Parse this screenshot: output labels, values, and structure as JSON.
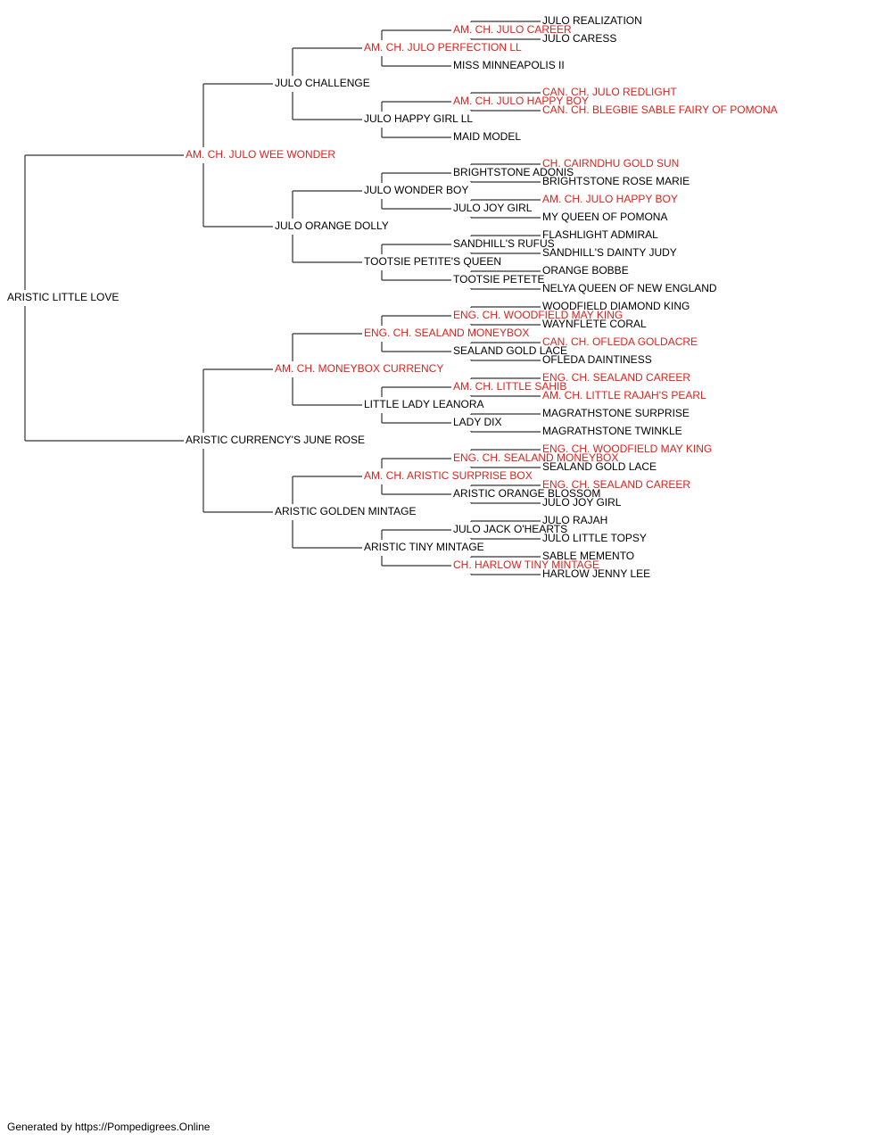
{
  "colors": {
    "champion": "#e0201b",
    "normal": "#000000",
    "line": "#333333"
  },
  "subject": {
    "name": "ARISTIC LITTLE LOVE",
    "champion": false
  },
  "sire": {
    "name": "AM. CH. JULO WEE WONDER",
    "champion": true,
    "sire": {
      "name": "JULO CHALLENGE",
      "champion": false,
      "sire": {
        "name": "AM. CH. JULO PERFECTION LL",
        "champion": true,
        "sire": {
          "name": "AM. CH. JULO CAREER",
          "champion": true,
          "sire": {
            "name": "JULO REALIZATION",
            "champion": false
          },
          "dam": {
            "name": "JULO CARESS",
            "champion": false
          }
        },
        "dam": {
          "name": "MISS MINNEAPOLIS II",
          "champion": false
        }
      },
      "dam": {
        "name": "JULO HAPPY GIRL LL",
        "champion": false,
        "sire": {
          "name": "AM. CH. JULO HAPPY BOY",
          "champion": true,
          "sire": {
            "name": "CAN. CH. JULO REDLIGHT",
            "champion": true
          },
          "dam": {
            "name": "CAN. CH. BLEGBIE SABLE FAIRY OF POMONA",
            "champion": true
          }
        },
        "dam": {
          "name": "MAID MODEL",
          "champion": false
        }
      }
    },
    "dam": {
      "name": "JULO ORANGE DOLLY",
      "champion": false,
      "sire": {
        "name": "JULO WONDER BOY",
        "champion": false,
        "sire": {
          "name": "BRIGHTSTONE ADONIS",
          "champion": false,
          "sire": {
            "name": "CH. CAIRNDHU GOLD SUN",
            "champion": true
          },
          "dam": {
            "name": "BRIGHTSTONE ROSE MARIE",
            "champion": false
          }
        },
        "dam": {
          "name": "JULO JOY GIRL",
          "champion": false,
          "sire": {
            "name": "AM. CH. JULO HAPPY BOY",
            "champion": true
          },
          "dam": {
            "name": "MY QUEEN OF POMONA",
            "champion": false
          }
        }
      },
      "dam": {
        "name": "TOOTSIE PETITE'S QUEEN",
        "champion": false,
        "sire": {
          "name": "SANDHILL'S RUFUS",
          "champion": false,
          "sire": {
            "name": "FLASHLIGHT ADMIRAL",
            "champion": false
          },
          "dam": {
            "name": "SANDHILL'S DAINTY JUDY",
            "champion": false
          }
        },
        "dam": {
          "name": "TOOTSIE PETETE",
          "champion": false,
          "sire": {
            "name": "ORANGE BOBBE",
            "champion": false
          },
          "dam": {
            "name": "NELYA QUEEN OF NEW ENGLAND",
            "champion": false
          }
        }
      }
    }
  },
  "dam": {
    "name": "ARISTIC CURRENCY'S JUNE ROSE",
    "champion": false,
    "sire": {
      "name": "AM. CH. MONEYBOX CURRENCY",
      "champion": true,
      "sire": {
        "name": "ENG. CH. SEALAND MONEYBOX",
        "champion": true,
        "sire": {
          "name": "ENG. CH. WOODFIELD MAY KING",
          "champion": true,
          "sire": {
            "name": "WOODFIELD DIAMOND KING",
            "champion": false
          },
          "dam": {
            "name": "WAYNFLETE CORAL",
            "champion": false
          }
        },
        "dam": {
          "name": "SEALAND GOLD LACE",
          "champion": false,
          "sire": {
            "name": "CAN. CH. OFLEDA GOLDACRE",
            "champion": true
          },
          "dam": {
            "name": "OFLEDA DAINTINESS",
            "champion": false
          }
        }
      },
      "dam": {
        "name": "LITTLE LADY LEANORA",
        "champion": false,
        "sire": {
          "name": "AM. CH. LITTLE SAHIB",
          "champion": true,
          "sire": {
            "name": "ENG. CH. SEALAND CAREER",
            "champion": true
          },
          "dam": {
            "name": "AM. CH. LITTLE RAJAH'S PEARL",
            "champion": true
          }
        },
        "dam": {
          "name": "LADY DIX",
          "champion": false,
          "sire": {
            "name": "MAGRATHSTONE SURPRISE",
            "champion": false
          },
          "dam": {
            "name": "MAGRATHSTONE TWINKLE",
            "champion": false
          }
        }
      }
    },
    "dam": {
      "name": "ARISTIC GOLDEN MINTAGE",
      "champion": false,
      "sire": {
        "name": "AM. CH. ARISTIC SURPRISE BOX",
        "champion": true,
        "sire": {
          "name": "ENG. CH. SEALAND MONEYBOX",
          "champion": true,
          "sire": {
            "name": "ENG. CH. WOODFIELD MAY KING",
            "champion": true
          },
          "dam": {
            "name": "SEALAND GOLD LACE",
            "champion": false
          }
        },
        "dam": {
          "name": "ARISTIC ORANGE BLOSSOM",
          "champion": false,
          "sire": {
            "name": "ENG. CH. SEALAND CAREER",
            "champion": true
          },
          "dam": {
            "name": "JULO JOY GIRL",
            "champion": false
          }
        }
      },
      "dam": {
        "name": "ARISTIC TINY MINTAGE",
        "champion": false,
        "sire": {
          "name": "JULO JACK O'HEARTS",
          "champion": false,
          "sire": {
            "name": "JULO RAJAH",
            "champion": false
          },
          "dam": {
            "name": "JULO LITTLE TOPSY",
            "champion": false
          }
        },
        "dam": {
          "name": "CH. HARLOW TINY MINTAGE",
          "champion": true,
          "sire": {
            "name": "SABLE MEMENTO",
            "champion": false
          },
          "dam": {
            "name": "HARLOW JENNY LEE",
            "champion": false
          }
        }
      }
    }
  },
  "footer": "Generated by https://Pompedigrees.Online"
}
